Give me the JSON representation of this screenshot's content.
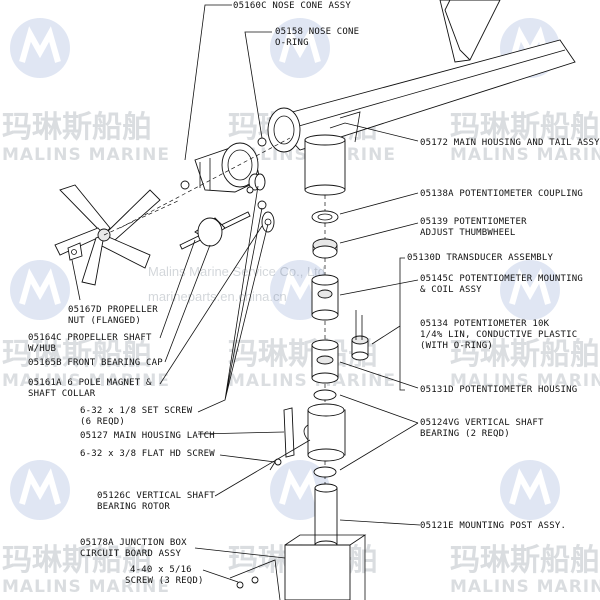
{
  "labels": {
    "nose_cone_assy": "05160C NOSE CONE ASSY",
    "nose_cone_oring_1": "05158 NOSE CONE",
    "nose_cone_oring_2": "O-RING",
    "main_housing": "05172 MAIN HOUSING AND TAIL ASSY",
    "pot_coupling": "05138A POTENTIOMETER COUPLING",
    "pot_adjust_1": "05139 POTENTIOMETER",
    "pot_adjust_2": "ADJUST THUMBWHEEL",
    "transducer": "05130D TRANSDUCER ASSEMBLY",
    "pot_mounting_1": "05145C POTENTIOMETER MOUNTING",
    "pot_mounting_2": "& COIL ASSY",
    "pot_10k_1": "05134 POTENTIOMETER 10K",
    "pot_10k_2": "1/4% LIN, CONDUCTIVE PLASTIC",
    "pot_10k_3": "(WITH O-RING)",
    "pot_housing": "05131D POTENTIOMETER HOUSING",
    "propeller_nut_1": "05167D PROPELLER",
    "propeller_nut_2": "NUT (FLANGED)",
    "propeller_shaft_1": "05164C PROPELLER SHAFT",
    "propeller_shaft_2": "W/HUB",
    "front_bearing": "05165B FRONT BEARING CAP",
    "magnet_1": "05161A 6 POLE MAGNET &",
    "magnet_2": "SHAFT COLLAR",
    "set_screw_1": "6-32 x 1/8 SET SCREW",
    "set_screw_2": "(6 REQD)",
    "latch": "05127 MAIN HOUSING LATCH",
    "flat_screw": "6-32 x 3/8 FLAT HD SCREW",
    "vertical_rotor_1": "05126C VERTICAL SHAFT",
    "vertical_rotor_2": "BEARING ROTOR",
    "vertical_bearing_1": "05124VG VERTICAL SHAFT",
    "vertical_bearing_2": "BEARING (2 REQD)",
    "mounting_post": "05121E MOUNTING POST ASSY.",
    "junction_box_1": "05178A JUNCTION BOX",
    "junction_box_2": "CIRCUIT BOARD ASSY",
    "screw_440_1": "4-40 x 5/16",
    "screw_440_2": "SCREW (3 REQD)"
  },
  "watermark": {
    "cn": "玛琳斯船舶",
    "en": "MALINS MARINE",
    "company": "Malins Marine Service Co., Ltd",
    "site": "marineparts.en.china.cn"
  },
  "colors": {
    "ink": "#111111",
    "watermark": "#3a4a5a",
    "logo_blue": "#3b63b5"
  },
  "icons": [
    "malins-logo-icon"
  ]
}
